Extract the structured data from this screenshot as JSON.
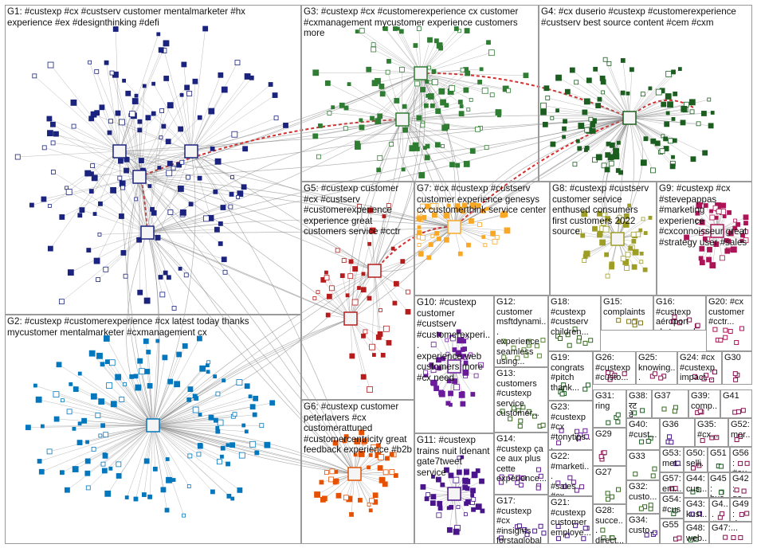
{
  "title": "",
  "groups": [
    {
      "id": "G1",
      "label": "G1: #custexp #cx #custserv customer mentalmarketer #hx\nexperience #ex #designthinking #defi",
      "color": "#1a237e"
    },
    {
      "id": "G2",
      "label": "G2: #custexp #customerexperience #cx latest today thanks\nmycustomer mentalmarketer #cxmanagement cx",
      "color": "#0277bd"
    },
    {
      "id": "G3",
      "label": "G3: #custexp #cx #customerexperience cx customer\n#cxmanagement mycustomer experience customers\nmore",
      "color": "#2e7d32"
    },
    {
      "id": "G4",
      "label": "G4: #cx duserio #custexp #customerexperience\n#custserv best source content #cem #cxm",
      "color": "#1b5e20"
    },
    {
      "id": "G5",
      "label": "G5: #custexp customer\n#cx #custserv\n#customerexperience\nexperience great\ncustomers service #cctr",
      "color": "#b71c1c"
    },
    {
      "id": "G6",
      "label": "G6: #custexp customer\npeterlavers #cx\ncustomerattuned\n#customercentricity great\nfeedback experience #b2b",
      "color": "#e65100"
    },
    {
      "id": "G7",
      "label": "G7: #cx #custexp #custserv\ncustomer experience genesys\ncx customerthink service center",
      "color": "#f9a825"
    },
    {
      "id": "G8",
      "label": "G8: #custexp #custserv\ncustomer service\nenthused consumers\nfirst customers 2022\nsource",
      "color": "#9e9d24"
    },
    {
      "id": "G9",
      "label": "G9: #custexp #cx\n#stevepappas\n#marketing\nexperience\n#cxconnoisseur great\n#strategy user #sales",
      "color": "#ad1457"
    },
    {
      "id": "G10",
      "label": "G10: #custexp\ncustomer\n#custserv\n#customerexperi...\nexperience web\ncustomers more\n#cx need",
      "color": "#6a1b9a"
    },
    {
      "id": "G11",
      "label": "G11: #custexp\ntrains nuit ldenant\ngate7tweet\nservice",
      "color": "#4a148c"
    },
    {
      "id": "G12",
      "label": "G12:\ncustomer\nmsftdynami...\nexperience\nseamless\nusing...",
      "color": "#558b2f"
    },
    {
      "id": "G13",
      "label": "G13:\ncustomers\n#custexp\nservice\ncustomer...",
      "color": "#33691e"
    },
    {
      "id": "G14",
      "label": "G14:\n#custexp ça\nce aux plus\ncette\nexpérience...",
      "color": "#6a1b9a"
    },
    {
      "id": "G15",
      "label": "G15:\ncomplaints",
      "color": "#827717"
    },
    {
      "id": "G16",
      "label": "G16:\n#custexp\naéroport\nskytrax_uk...",
      "color": "#880e4f"
    },
    {
      "id": "G17",
      "label": "G17:\n#custexp #cx\n#insights\nforstaglobal",
      "color": "#4a148c"
    },
    {
      "id": "G18",
      "label": "G18:\n#custexp\n#custserv\nchildren...",
      "color": "#33691e"
    },
    {
      "id": "G19",
      "label": "G19:\ncongrats\n#pitch\nthank...",
      "color": "#1b5e20"
    },
    {
      "id": "G20",
      "label": "G20: #cx\ncustomer\n#cctr...",
      "color": "#ad1457"
    },
    {
      "id": "G21",
      "label": "G21:\n#custexp\ncustomer\nemploye...",
      "color": "#4a148c"
    },
    {
      "id": "G22",
      "label": "G22:\n#marketi...\n#sales #cx\n#custexp...",
      "color": "#6a1b9a"
    },
    {
      "id": "G23",
      "label": "G23:\n#custexp\n#cx\n#tonytips...",
      "color": "#6a1b9a"
    },
    {
      "id": "G24",
      "label": "G24: #cx\n#custexp\nimpact...",
      "color": "#880e4f"
    },
    {
      "id": "G25",
      "label": "G25:\nknowing...\n#custex...",
      "color": "#880e4f"
    },
    {
      "id": "G26",
      "label": "G26:\n#custexp\n#custo...",
      "color": "#880e4f"
    },
    {
      "id": "G27",
      "label": "G27",
      "color": "#33691e"
    },
    {
      "id": "G28",
      "label": "G28:\nsucce...\ndirect...",
      "color": "#33691e"
    },
    {
      "id": "G29",
      "label": "G29",
      "color": "#880e4f"
    },
    {
      "id": "G30",
      "label": "G30",
      "color": "#880e4f"
    },
    {
      "id": "G31",
      "label": "G31:\nring",
      "color": "#1b5e20"
    },
    {
      "id": "G32",
      "label": "G32:\ncusto...",
      "color": "#33691e"
    },
    {
      "id": "G33",
      "label": "G33",
      "color": "#33691e"
    },
    {
      "id": "G34",
      "label": "G34:\ncusto...",
      "color": "#4a148c"
    },
    {
      "id": "G35",
      "label": "G35:\n#cx...",
      "color": "#880e4f"
    },
    {
      "id": "G36",
      "label": "G36",
      "color": "#4a148c"
    },
    {
      "id": "G37",
      "label": "G37",
      "color": "#33691e"
    },
    {
      "id": "G38",
      "label": "G38: रट\nदे...",
      "color": "#1b5e20"
    },
    {
      "id": "G39",
      "label": "G39:\ncomp...",
      "color": "#880e4f"
    },
    {
      "id": "G40",
      "label": "G40:\n#cust...",
      "color": "#1b5e20"
    },
    {
      "id": "G41",
      "label": "G41",
      "color": "#880e4f"
    },
    {
      "id": "G42",
      "label": "G42:\ngo",
      "color": "#880e4f"
    },
    {
      "id": "G43",
      "label": "G43:\nkust...",
      "color": "#4a148c"
    },
    {
      "id": "G44",
      "label": "G44:\ncus...",
      "color": "#1b5e20"
    },
    {
      "id": "G45",
      "label": "G45:\nbus...",
      "color": "#1b5e20"
    },
    {
      "id": "G46",
      "label": "G4...\n#a...",
      "color": "#880e4f"
    },
    {
      "id": "G47",
      "label": "G47:...",
      "color": "#880e4f"
    },
    {
      "id": "G48",
      "label": "G48:\nweb...",
      "color": "#1b5e20"
    },
    {
      "id": "G49",
      "label": "G49:\ndo...",
      "color": "#880e4f"
    },
    {
      "id": "G50",
      "label": "G50:\nselli...",
      "color": "#880e4f"
    },
    {
      "id": "G51",
      "label": "G51",
      "color": "#1b5e20"
    },
    {
      "id": "G52",
      "label": "G52:\nmor...",
      "color": "#880e4f"
    },
    {
      "id": "G53",
      "label": "G53:\nmet...",
      "color": "#4a148c"
    },
    {
      "id": "G54",
      "label": "G54:\n#cus...",
      "color": "#1b5e20"
    },
    {
      "id": "G55",
      "label": "G55",
      "color": "#880e4f"
    },
    {
      "id": "G56",
      "label": "G56:\n#ou...",
      "color": "#880e4f"
    },
    {
      "id": "G57",
      "label": "G57:\nem...",
      "color": "#880e4f"
    }
  ]
}
